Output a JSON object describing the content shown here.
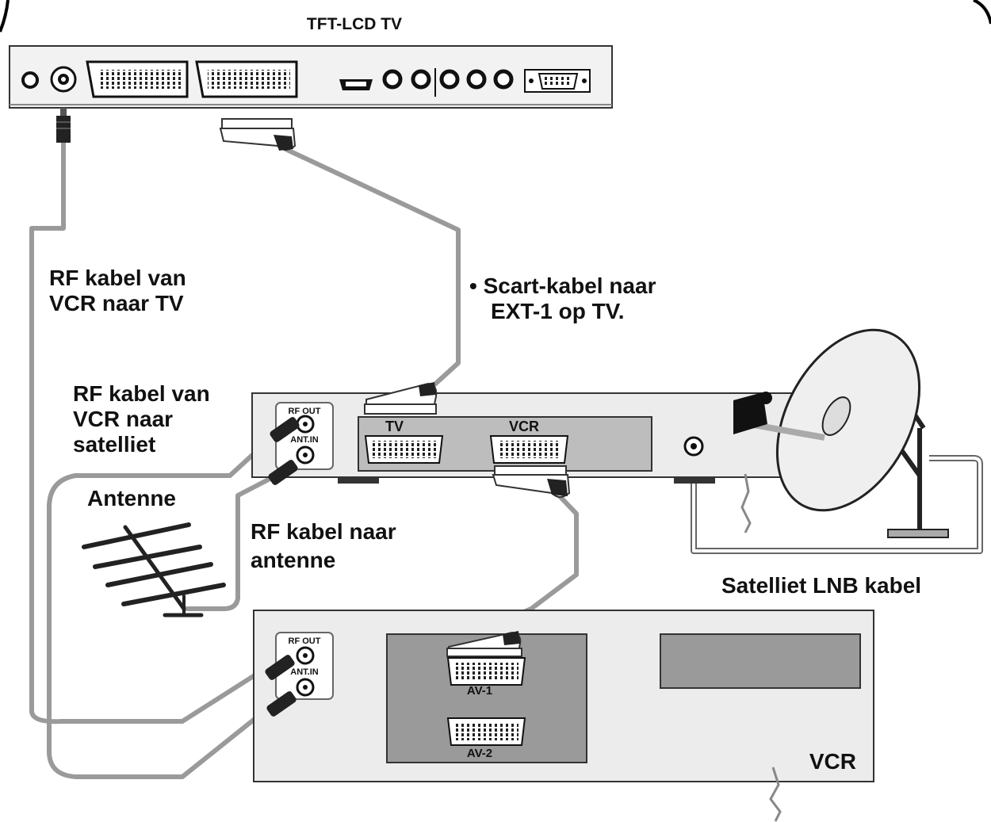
{
  "tv": {
    "title": "TFT-LCD TV"
  },
  "labels": {
    "rf_vcr_tv_line1": "RF kabel van",
    "rf_vcr_tv_line2": "VCR naar TV",
    "scart_line1": "• Scart-kabel naar",
    "scart_line2": "EXT-1 op TV.",
    "rf_sat_line1": "RF kabel van",
    "rf_sat_line2": "VCR naar",
    "rf_sat_line3": "satelliet",
    "antenna": "Antenne",
    "rf_ant_line1": "RF kabel naar",
    "rf_ant_line2": "antenne",
    "lnb": "Satelliet LNB kabel"
  },
  "satellite_box": {
    "rf_out": "RF OUT",
    "ant_in": "ANT.IN",
    "scart_tv": "TV",
    "scart_vcr": "VCR"
  },
  "vcr": {
    "rf_out": "RF OUT",
    "ant_in": "ANT.IN",
    "av1": "AV-1",
    "av2": "AV-2",
    "name": "VCR"
  },
  "colors": {
    "cable": "#9a9a9a",
    "box_fill": "#ececec",
    "panel_fill": "#9a9a9a",
    "outline": "#333333"
  },
  "icons": [
    "scart-connector-icon",
    "rf-plug-icon",
    "satellite-dish-icon",
    "antenna-icon",
    "hdmi-port-icon",
    "vga-port-icon"
  ]
}
